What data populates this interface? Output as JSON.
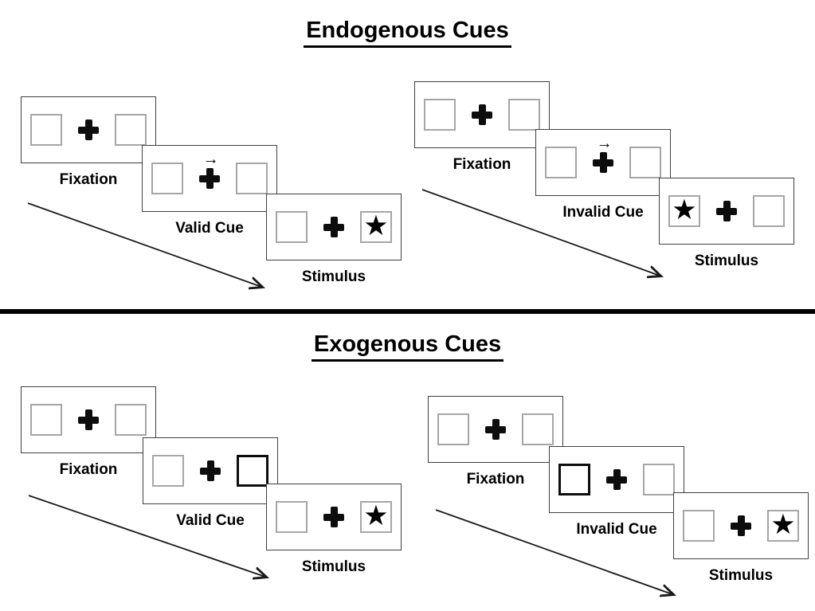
{
  "glyphs": {
    "star": "★",
    "cue_arrow": "→"
  },
  "colors": {
    "background": "#ffffff",
    "panel_border": "#3f3f3f",
    "box_border": "#a6a6a6",
    "cue_box_border": "#0d0d0d",
    "divider": "#000000",
    "text": "#000000"
  },
  "endogenous": {
    "title": "Endogenous Cues",
    "valid_sequence": {
      "panels": [
        {
          "label": "Fixation",
          "left_box": "empty",
          "right_box": "empty",
          "arrow_cue": false
        },
        {
          "label": "Valid Cue",
          "left_box": "empty",
          "right_box": "empty",
          "arrow_cue": true,
          "arrow_direction": "right"
        },
        {
          "label": "Stimulus",
          "left_box": "empty",
          "right_box": "star",
          "arrow_cue": false
        }
      ]
    },
    "invalid_sequence": {
      "panels": [
        {
          "label": "Fixation",
          "left_box": "empty",
          "right_box": "empty",
          "arrow_cue": false
        },
        {
          "label": "Invalid Cue",
          "left_box": "empty",
          "right_box": "empty",
          "arrow_cue": true,
          "arrow_direction": "right"
        },
        {
          "label": "Stimulus",
          "left_box": "star",
          "right_box": "empty",
          "arrow_cue": false
        }
      ]
    }
  },
  "exogenous": {
    "title": "Exogenous Cues",
    "valid_sequence": {
      "panels": [
        {
          "label": "Fixation",
          "left_box": "empty",
          "right_box": "empty",
          "arrow_cue": false
        },
        {
          "label": "Valid Cue",
          "left_box": "empty",
          "right_box": "cue_highlight",
          "arrow_cue": false
        },
        {
          "label": "Stimulus",
          "left_box": "empty",
          "right_box": "star",
          "arrow_cue": false
        }
      ]
    },
    "invalid_sequence": {
      "panels": [
        {
          "label": "Fixation",
          "left_box": "empty",
          "right_box": "empty",
          "arrow_cue": false
        },
        {
          "label": "Invalid Cue",
          "left_box": "cue_highlight",
          "right_box": "empty",
          "arrow_cue": false
        },
        {
          "label": "Stimulus",
          "left_box": "empty",
          "right_box": "star",
          "arrow_cue": false
        }
      ]
    }
  }
}
